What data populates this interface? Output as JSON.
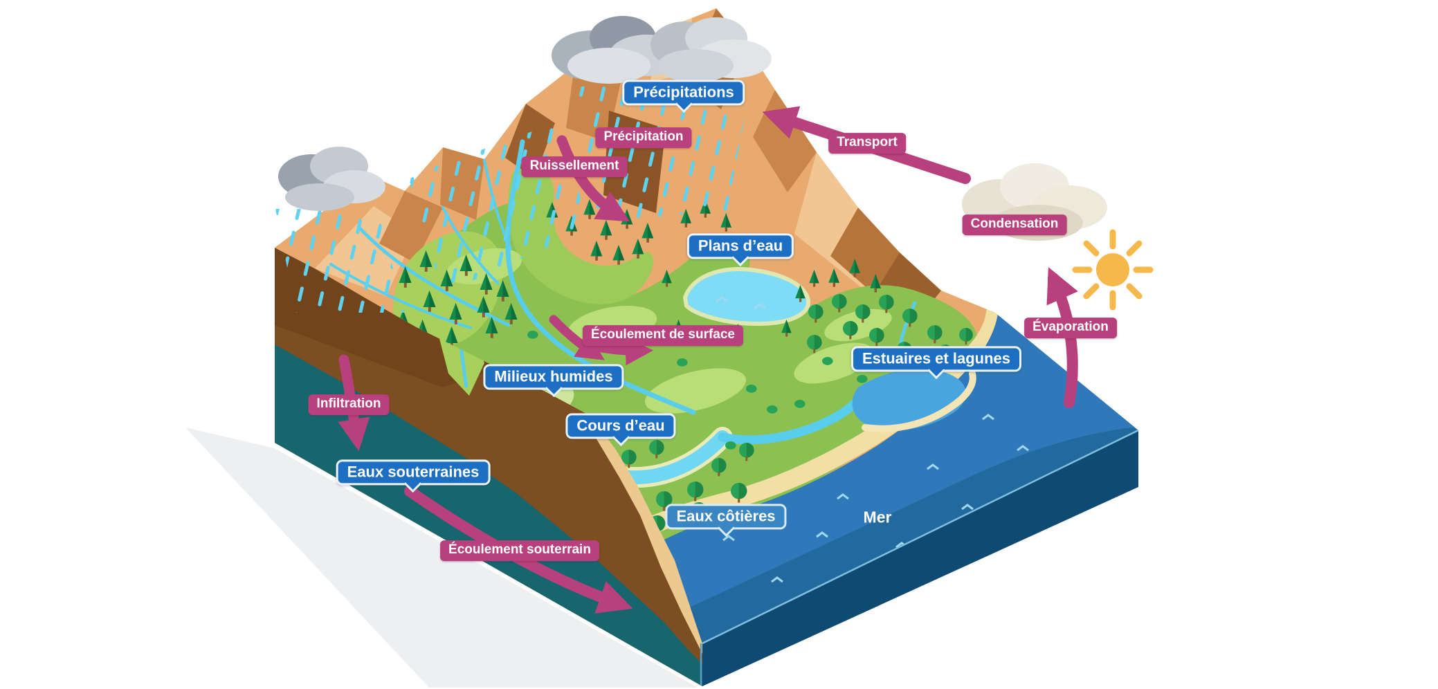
{
  "diagram": {
    "water_labels": {
      "precipitations": "Précipitations",
      "plans_deau": "Plans d’eau",
      "milieux_humides": "Milieux humides",
      "cours_deau": "Cours d’eau",
      "eaux_souterraines": "Eaux souterraines",
      "estuaires_et_lagunes": "Estuaires et lagunes",
      "eaux_cotieres": "Eaux côtières",
      "mer": "Mer"
    },
    "process_labels": {
      "precipitation": "Précipitation",
      "ruissellement": "Ruissellement",
      "transport": "Transport",
      "condensation": "Condensation",
      "evaporation": "Évaporation",
      "infiltration": "Infiltration",
      "ecoulement_de_surface": "Écoulement de surface",
      "ecoulement_souterrain": "Écoulement souterrain"
    },
    "colors": {
      "badge_blue": "#1d6fc4",
      "badge_blue_border": "#eef5fc",
      "badge_pink": "#b8407c",
      "arrow_pink": "#b8407c",
      "sea_surface": "#2f79ba",
      "sea_deep": "#226a9e",
      "sea_front_face": "#0f4a73",
      "groundwater_teal": "#17666d",
      "soil_brown": "#7d4e22",
      "mountain_tan": "#e9aa6f",
      "grass_green": "#8cc152",
      "grass_light": "#b9dd77",
      "river_cyan": "#58cdec",
      "sand": "#f2dfa4",
      "sun_yellow": "#f6b84a",
      "rain_cyan": "#5fd2f0",
      "cloud_gray": "#b6bdc6",
      "cloud_white": "#efeadf"
    }
  }
}
